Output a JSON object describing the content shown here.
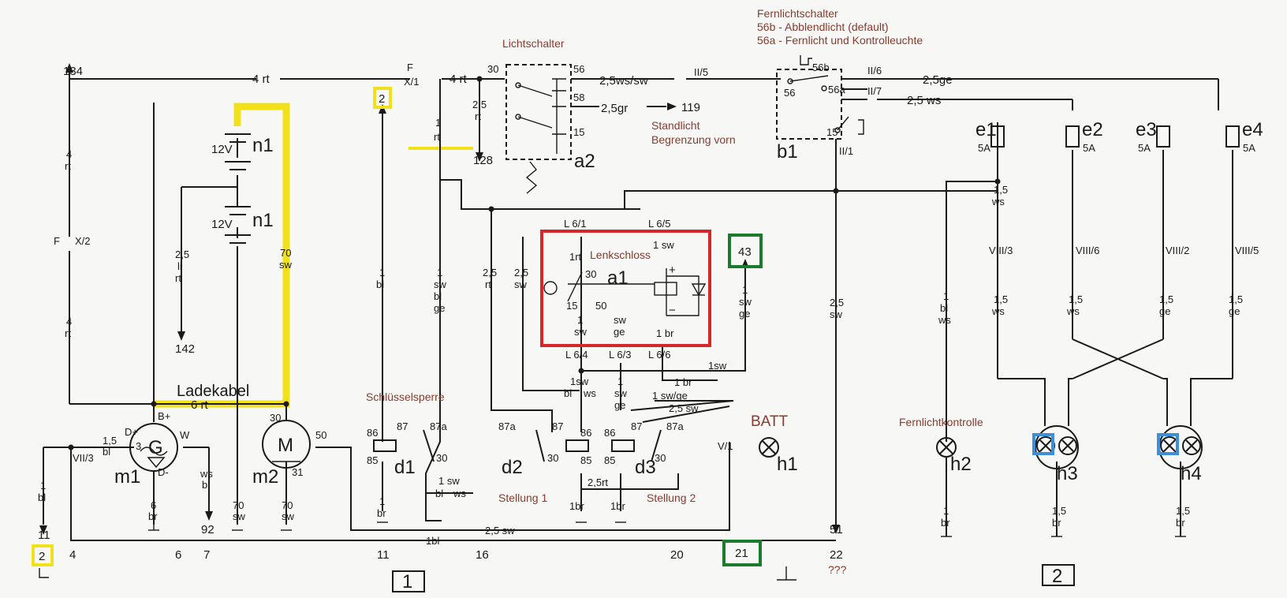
{
  "colors": {
    "annotation": "#8b3a2b",
    "yellow": "#f2e11a",
    "red": "#d8262b",
    "green": "#1c7a2c",
    "blue": "#3c8fd8",
    "wire": "#1a1a1a"
  },
  "annotations": {
    "lichtschalter": "Lichtschalter",
    "fern_title": "Fernlichtschalter",
    "fern_56b": "56b - Abblendlicht (default)",
    "fern_56a": "56a - Fernlicht und Kontrolleuchte",
    "standlicht_1": "Standlicht",
    "standlicht_2": "Begrenzung vorn",
    "lenkschloss": "Lenkschloss",
    "ladekabel": "Ladekabel",
    "schluesselsperre": "Schlüsselsperre",
    "stellung1": "Stellung 1",
    "stellung2": "Stellung 2",
    "batt": "BATT",
    "fernlichtkontrolle": "Fernlichtkontrolle",
    "qqq": "???"
  },
  "components": {
    "n1a": "n1",
    "n1b": "n1",
    "a1": "a1",
    "a2": "a2",
    "b1": "b1",
    "m1": "m1",
    "m2": "m2",
    "d1": "d1",
    "d2": "d2",
    "d3": "d3",
    "h1": "h1",
    "h2": "h2",
    "h3": "h3",
    "h4": "h4",
    "e1": "e1",
    "e2": "e2",
    "e3": "e3",
    "e4": "e4",
    "gen": "G",
    "motor": "M"
  },
  "markers": {
    "yellow_top": "2",
    "yellow_bottom": "2",
    "green_top": "43",
    "green_bottom": "21"
  },
  "bottom_numbers": [
    "4",
    "6",
    "7",
    "11",
    "16",
    "20",
    "22"
  ],
  "terminals": {
    "t134": "134",
    "t142": "142",
    "t128": "128",
    "t119": "119",
    "t92": "92",
    "t51": "51",
    "t11": "11",
    "fx2": "F",
    "x2": "X/2",
    "fx1": "F",
    "x1": "X/1",
    "t30": "30",
    "t56": "56",
    "t58": "58",
    "t15": "15",
    "t56b": "56b",
    "t56a": "56a",
    "t56_b1": "56",
    "t15_b1": "15",
    "ii5": "II/5",
    "ii6": "II/6",
    "ii7": "II/7",
    "ii1": "II/1",
    "vii3": "VII/3",
    "v1": "V/1",
    "viii3": "VIII/3",
    "viii6": "VIII/6",
    "viii2": "VIII/2",
    "viii5": "VIII/5",
    "l61": "L 6/1",
    "l65": "L 6/5",
    "l64": "L 6/4",
    "l63": "L 6/3",
    "l66": "L 6/6",
    "b_plus": "B+",
    "d_plus": "D+",
    "d_minus": "D-",
    "w": "W",
    "g3": "3",
    "m30": "30",
    "m50": "50",
    "m31": "31",
    "k86a": "86",
    "k85a": "85",
    "k87a": "87",
    "k87aa": "87a",
    "k30a": "30",
    "k87a_d2": "87a",
    "k87_d2": "87",
    "k86_d2": "86",
    "k85_d2": "85",
    "k30_d2": "30",
    "k86_d3": "86",
    "k85_d3": "85",
    "k87_d3": "87",
    "k87a_d3": "87a",
    "k30_d3": "30",
    "a1_30": "30",
    "a1_15": "15",
    "a1_50": "50",
    "plus": "+",
    "minus": "−",
    "v12a": "12V",
    "v12b": "12V",
    "fuse5a": "5A"
  },
  "wires": {
    "w4rt": "4 rt",
    "w4rt2": "4 rt",
    "w6rt": "6 rt",
    "w25ws": "2,5ws/sw",
    "w25gr": "2,5gr",
    "w25ge": "2,5ge",
    "w25ws2": "2,5 ws",
    "w4_rt": "4",
    "w4_rt_b": "rt",
    "w25": "2,5",
    "w25rt": "rt",
    "w1": "1",
    "w1rt": "rt",
    "w25li": "2,5",
    "w25li2": "li",
    "w25li3": "rt",
    "w70": "70",
    "w70sw": "sw",
    "w1bl": "1",
    "w1bl2": "bl",
    "w1swblge1": "1",
    "w1swblge2": "sw",
    "w1swblge3": "bl",
    "w1swblge4": "ge",
    "w25rt_a": "2,5",
    "w25rt_b": "rt",
    "w25sw_a": "2,5",
    "w25sw_b": "sw",
    "a1_1rt": "1rt",
    "a1_1sw_top": "1 sw",
    "a1_1sw": "1",
    "a1_1sw2": "sw",
    "a1_swge1": "sw",
    "a1_swge2": "ge",
    "a1_1br": "1 br",
    "w1swge_a": "1",
    "w1swge_b": "sw",
    "w1swge_c": "ge",
    "w1sw_low": "1sw",
    "w1br": "1 br",
    "w1sw_mid": "1sw",
    "w1sw_mid2": "bl",
    "w1sw_mid3": "ws",
    "w1swge_low1": "1",
    "w1swge_low2": "sw",
    "w1swge_low3": "ge",
    "w1swge_r": "1 sw/ge",
    "w25sw_r": "2,5 sw",
    "w1sw_d1": "1 sw",
    "w1sw_d1b": "bl",
    "w1sw_d1c": "ws",
    "w25rt_low": "2,5rt",
    "w1br_d1": "1",
    "w1br_d1b": "br",
    "w1br_d2": "1br",
    "w1br_d3": "1br",
    "w25sw_bot": "2,5 sw",
    "w1bl_bot": "1bl",
    "w15bl_a": "1,5",
    "w15bl_b": "bl",
    "wsbl_a": "ws",
    "wsbl_b": "bl",
    "w6br_a": "6",
    "w6br_b": "br",
    "w70sw2a": "70",
    "w70sw2b": "sw",
    "w70sw3a": "70",
    "w70sw3b": "sw",
    "w1bl_left": "1",
    "w1bl_left2": "bl",
    "w25sw_right": "2,5",
    "w25sw_right2": "sw",
    "w15ws_a": "1,5",
    "w15ws_b": "ws",
    "w1blws_a": "1",
    "w1blws_b": "bl",
    "w1blws_c": "ws",
    "w15ws2_a": "1,5",
    "w15ws2_b": "ws",
    "w15ws3_a": "1,5",
    "w15ws3_b": "ws",
    "w15ge_a": "1,5",
    "w15ge_b": "ge",
    "w15ge2_a": "1,5",
    "w15ge2_b": "ge",
    "w1br_h2a": "1",
    "w1br_h2b": "br",
    "w15br_a": "1,5",
    "w15br_b": "br",
    "w15br2_a": "1,5",
    "w15br2_b": "br"
  },
  "page_boxes": {
    "box1": "1",
    "box2": "2"
  }
}
